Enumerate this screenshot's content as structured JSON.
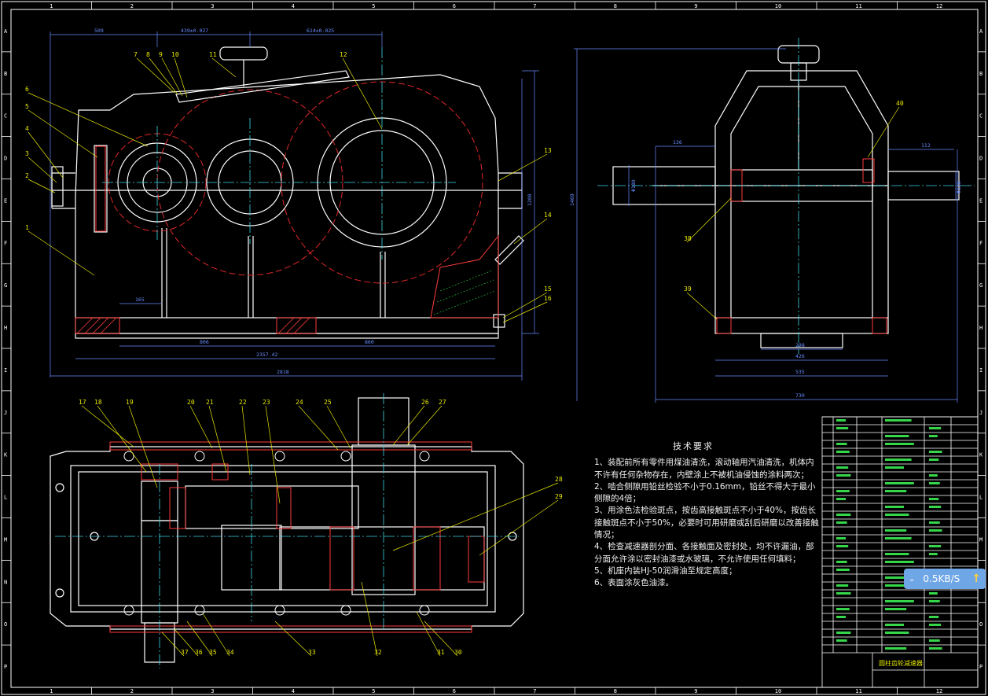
{
  "drawing": {
    "grid_columns": [
      "1",
      "2",
      "3",
      "4",
      "5",
      "6",
      "7",
      "8",
      "9",
      "10",
      "11",
      "12"
    ],
    "grid_rows": [
      "A",
      "B",
      "C",
      "D",
      "E",
      "F",
      "G",
      "H",
      "I",
      "J",
      "K",
      "L",
      "M",
      "N",
      "O",
      "P"
    ],
    "front_view_dims": {
      "d_left": "509",
      "d_mid": "439±0.027",
      "d_right": "614±0.025",
      "d_height": "1208",
      "d_b1": "806",
      "d_b2": "860",
      "d_b3": "2357.42",
      "d_total": "2818",
      "d_foot": "165"
    },
    "side_view_dims": {
      "d_shaft_left": "136",
      "d_shaft_right": "112",
      "d_height": "1469",
      "d_bore_left": "Φ180",
      "d_bore_right": "Φ120",
      "d_base1": "298",
      "d_base2": "426",
      "d_base3": "535",
      "d_total": "730"
    },
    "callouts_front": [
      "1",
      "2",
      "3",
      "4",
      "5",
      "6",
      "7",
      "8",
      "9",
      "10",
      "11",
      "12",
      "13",
      "14",
      "15",
      "16"
    ],
    "callouts_side": [
      "38",
      "39",
      "40"
    ],
    "callouts_plan": [
      "17",
      "18",
      "19",
      "20",
      "21",
      "22",
      "23",
      "24",
      "25",
      "26",
      "27",
      "28",
      "29",
      "30",
      "31",
      "32",
      "33",
      "34",
      "35",
      "36",
      "37"
    ]
  },
  "technical_notes": {
    "title": "技术要求",
    "lines": [
      "1、装配前所有零件用煤油清洗，滚动轴用汽油清洗，机体内 不许有任何杂物存在，内壁涂上不被机油侵蚀的涂料两次；",
      "2、啮合侧隙用铅丝检验不小于0.16mm，铅丝不得大于最小侧隙的4倍；",
      "3、用涂色法检验斑点，按齿高接触斑点不小于40%，按齿长接触斑点不小于50%，必要时可用研磨或刮后研磨以改善接触情况；",
      "4、检查减速器剖分面、各接触面及密封处，均不许漏油，部分面允许涂以密封油漆或水玻璃，不允许使用任何填料；",
      "5、机座内装HJ-50润滑油至规定高度；",
      "6、表面涂灰色油漆。"
    ]
  },
  "title_block": {
    "drawing_name": "圆柱齿轮减速器"
  },
  "network_badge": {
    "speed": "0.5KB/S"
  },
  "colors": {
    "line": "#ffffff",
    "center": "#3dd6e6",
    "dim": "#6a8cff",
    "section": "#ff3c3c",
    "hatch": "#36d64a",
    "callout": "#e8e800"
  }
}
